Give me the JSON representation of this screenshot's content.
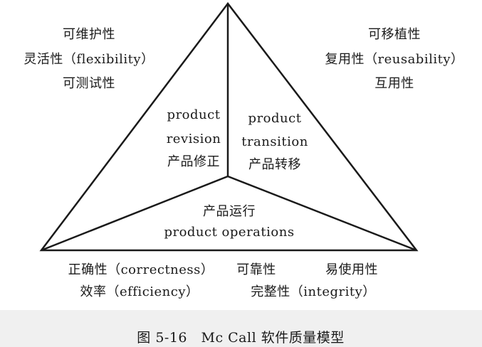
{
  "diagram": {
    "left_top": [
      "可维护性",
      "灵活性（flexibility）",
      "可测试性"
    ],
    "right_top": [
      "可移植性",
      "复用性（reusability）",
      "互用性"
    ],
    "revision": [
      "product",
      "revision",
      "产品修正"
    ],
    "transition": [
      "product",
      "transition",
      "产品转移"
    ],
    "operations": [
      "产品运行",
      "product operations"
    ],
    "bottom_row1": [
      "正确性（correctness）",
      "可靠性",
      "易使用性"
    ],
    "bottom_row2": [
      "效率（efficiency）",
      "完整性（integrity）"
    ]
  },
  "caption": "图 5-16　Mc Call 软件质量模型",
  "colors": {
    "line": "#1a1a1a",
    "text": "#1a1a1a",
    "caption_bg": "#f0f0f0"
  }
}
